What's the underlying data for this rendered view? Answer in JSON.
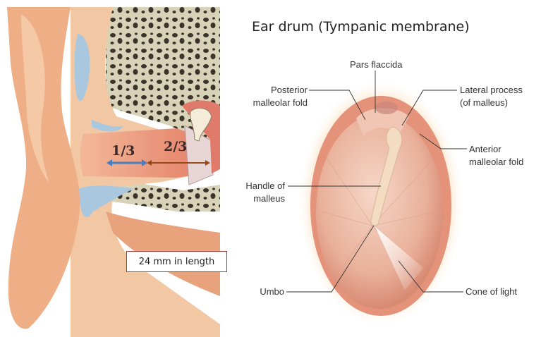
{
  "title": "Ear drum (Tympanic membrane)",
  "canal": {
    "fraction_outer": "1/3",
    "fraction_inner": "2/3",
    "length_note": "24 mm in length"
  },
  "labels": {
    "pars_flaccida": "Pars flaccida",
    "posterior_fold": [
      "Posterior",
      "malleolar fold"
    ],
    "lateral_process": [
      "Lateral process",
      "(of malleus)"
    ],
    "anterior_fold": [
      "Anterior",
      "malleolar fold"
    ],
    "handle": [
      "Handle of",
      "malleus"
    ],
    "umbo": "Umbo",
    "cone": "Cone of light"
  },
  "colors": {
    "outer_third_arrow": "#4a7cc0",
    "inner_third_arrow": "#9a4a1a",
    "length_box_border": "#a83a3a"
  }
}
